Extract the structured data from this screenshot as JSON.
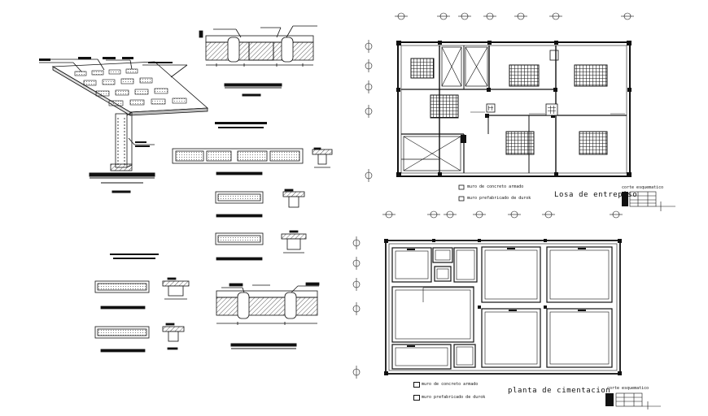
{
  "drawing": {
    "plan_top": {
      "title": "Losa de entrepiso",
      "legend": [
        {
          "label": "muro de concreto armado"
        },
        {
          "label": "muro prefabricado de durok"
        }
      ],
      "schedule_title": "corte esquematico"
    },
    "plan_bottom": {
      "title": "planta de cimentacion",
      "legend": [
        {
          "label": "muro de concreto armado"
        },
        {
          "label": "muro prefabricado de durok"
        }
      ],
      "schedule_title": "corte esquematico"
    }
  },
  "colors": {
    "line": "#111111",
    "hatch": "#333333",
    "paper": "#ffffff"
  }
}
